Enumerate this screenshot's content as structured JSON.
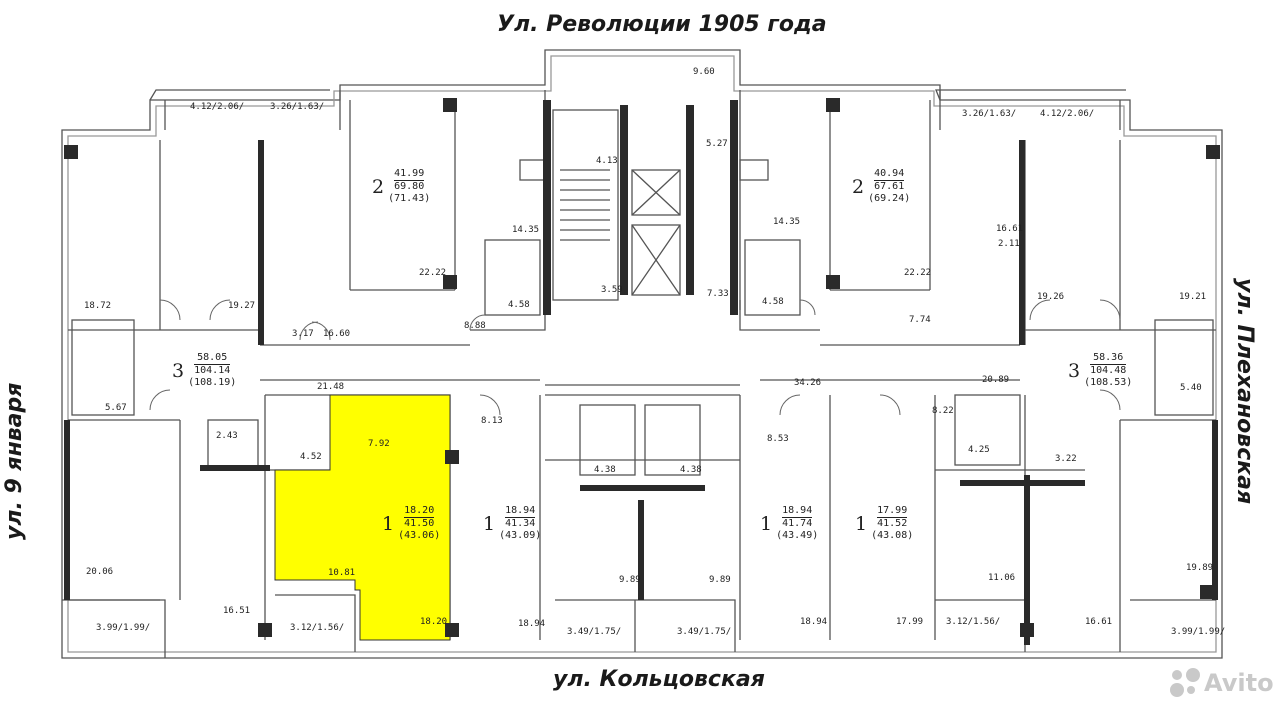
{
  "streets": {
    "top": "Ул. Революции 1905 года",
    "bottom": "ул. Кольцовская",
    "left": "ул. 9 января",
    "right": "ул. Плехановская"
  },
  "apartments": [
    {
      "rooms": "2",
      "living": "41.99",
      "total": "69.80",
      "with_balcony": "(71.43)"
    },
    {
      "rooms": "2",
      "living": "40.94",
      "total": "67.61",
      "with_balcony": "(69.24)"
    },
    {
      "rooms": "3",
      "living": "58.05",
      "total": "104.14",
      "with_balcony": "(108.19)"
    },
    {
      "rooms": "3",
      "living": "58.36",
      "total": "104.48",
      "with_balcony": "(108.53)"
    },
    {
      "rooms": "1",
      "living": "18.20",
      "total": "41.50",
      "with_balcony": "(43.06)",
      "highlighted": true
    },
    {
      "rooms": "1",
      "living": "18.94",
      "total": "41.34",
      "with_balcony": "(43.09)"
    },
    {
      "rooms": "1",
      "living": "18.94",
      "total": "41.74",
      "with_balcony": "(43.49)"
    },
    {
      "rooms": "1",
      "living": "17.99",
      "total": "41.52",
      "with_balcony": "(43.08)"
    }
  ],
  "room_areas": [
    "9.60",
    "4.12/2.06/",
    "3.26/1.63/",
    "3.26/1.63/",
    "4.12/2.06/",
    "4.13",
    "5.27",
    "14.35",
    "14.35",
    "22.22",
    "22.22",
    "16.61",
    "2.11",
    "18.72",
    "19.27",
    "3.17",
    "16.60",
    "8.88",
    "4.58",
    "3.59",
    "7.33",
    "4.58",
    "7.74",
    "19.26",
    "19.21",
    "21.48",
    "20.89",
    "34.26",
    "8.13",
    "8.53",
    "8.22",
    "5.67",
    "5.40",
    "2.43",
    "4.52",
    "7.92",
    "4.38",
    "4.38",
    "4.25",
    "3.22",
    "20.06",
    "10.81",
    "9.89",
    "9.89",
    "11.06",
    "19.89",
    "16.51",
    "18.20",
    "18.94",
    "18.94",
    "17.99",
    "16.61",
    "3.99/1.99/",
    "3.12/1.56/",
    "3.49/1.75/",
    "3.49/1.75/",
    "3.12/1.56/",
    "3.99/1.99/"
  ],
  "colors": {
    "highlight": "#ffff00",
    "wall": "#2a2a2a",
    "line": "#444444"
  },
  "watermark": "Avito"
}
